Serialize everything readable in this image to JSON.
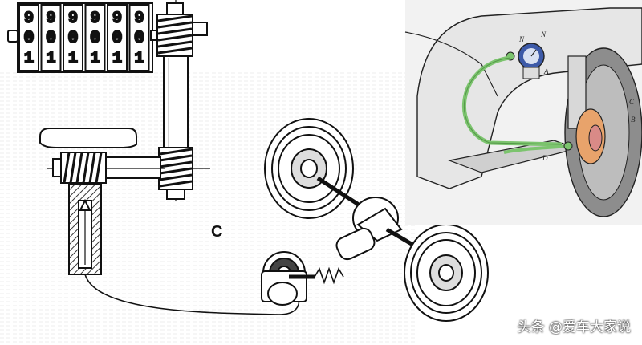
{
  "diagram": {
    "label_c": "C",
    "counter": {
      "columns": [
        [
          "9",
          "0",
          "1"
        ],
        [
          "9",
          "0",
          "1"
        ],
        [
          "9",
          "0",
          "1"
        ],
        [
          "9",
          "0",
          "1"
        ],
        [
          "9",
          "0",
          "1"
        ],
        [
          "9",
          "0",
          "1"
        ]
      ]
    },
    "photo_labels": {
      "n": "N",
      "n_prime": "N'",
      "a": "A",
      "c": "C",
      "b": "B",
      "d": "D"
    },
    "colors": {
      "line": "#111111",
      "hatch": "#333333",
      "hose": "#7cc46e",
      "gauge": "#3d5aa8",
      "brake": "#e8a36b",
      "photo_bg": "#f2f2f2"
    }
  },
  "watermark": "头条 @爱车大家说"
}
